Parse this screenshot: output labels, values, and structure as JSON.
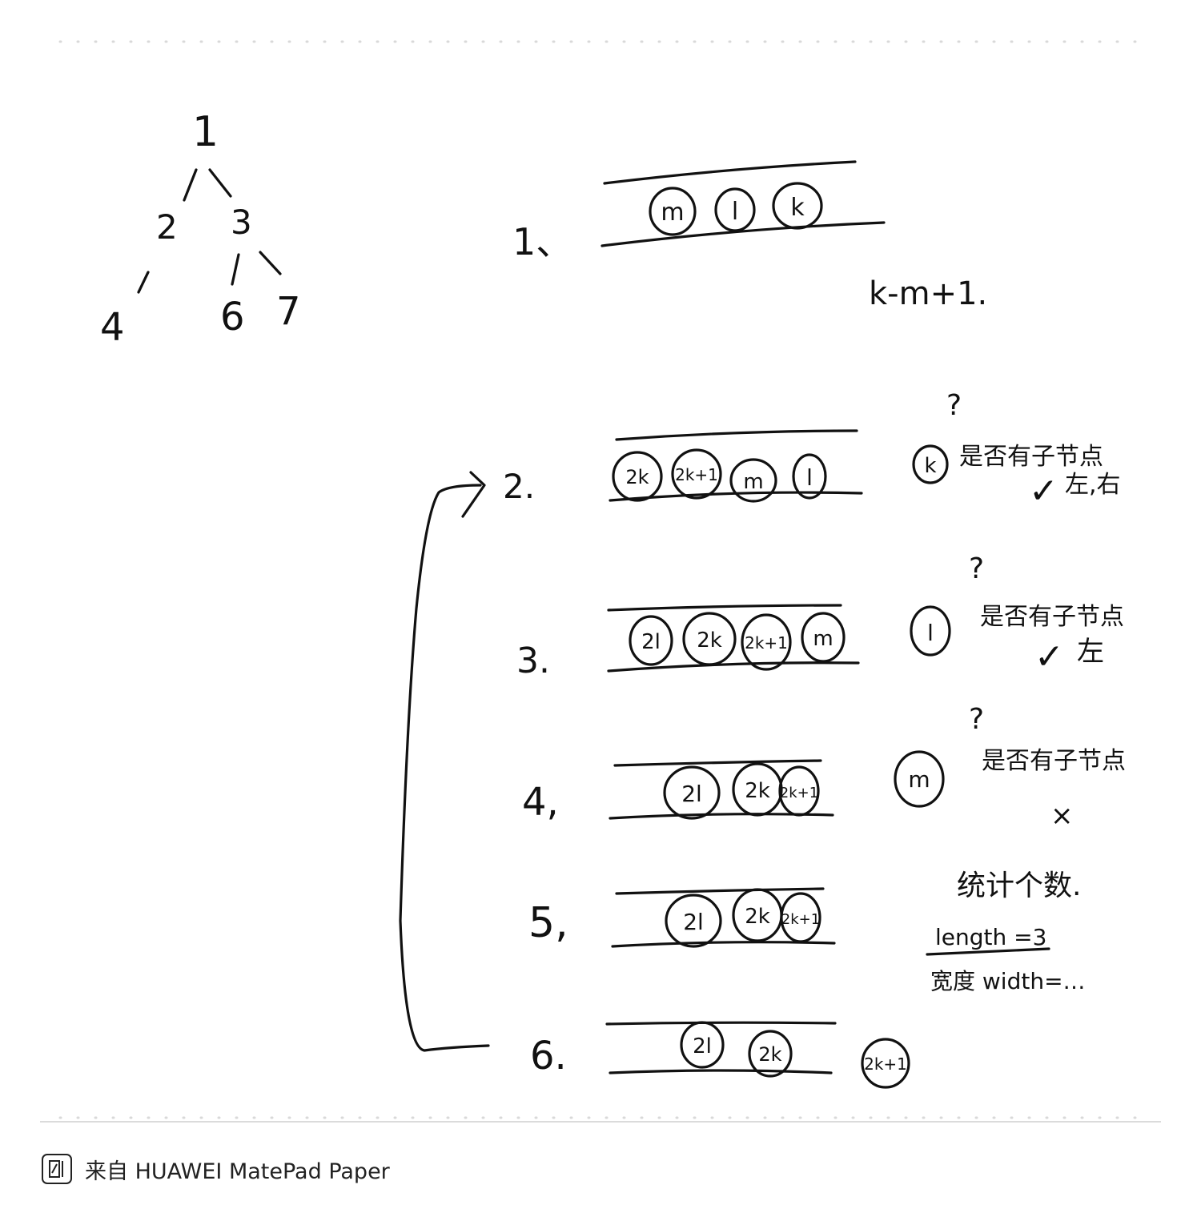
{
  "tree": {
    "nodes": [
      "1",
      "2",
      "3",
      "4",
      "6",
      "7"
    ]
  },
  "steps": [
    {
      "label": "1、",
      "queue": [
        "m",
        "l",
        "k"
      ]
    },
    {
      "label": "2.",
      "queue": [
        "2k",
        "2k+1",
        "m",
        "l"
      ]
    },
    {
      "label": "3.",
      "queue": [
        "2l",
        "2k",
        "2k+1",
        "m"
      ]
    },
    {
      "label": "4,",
      "queue": [
        "2l",
        "2k",
        "2k+1"
      ]
    },
    {
      "label": "5,",
      "queue": [
        "2l",
        "2k",
        "2k+1"
      ]
    },
    {
      "label": "6.",
      "queue": [
        "2l",
        "2k"
      ]
    }
  ],
  "notes": {
    "formula": "k-m+1.",
    "question_mark": "?",
    "has_children": "是否有子节点",
    "check": "✓",
    "cross": "×",
    "popped": [
      "k",
      "l",
      "m",
      "2k+1"
    ],
    "left_right": "左,右",
    "left": "左",
    "count": "统计个数.",
    "length": "length =3",
    "width": "宽度 width=…"
  },
  "footer": {
    "text": "来自 HUAWEI MatePad Paper"
  }
}
